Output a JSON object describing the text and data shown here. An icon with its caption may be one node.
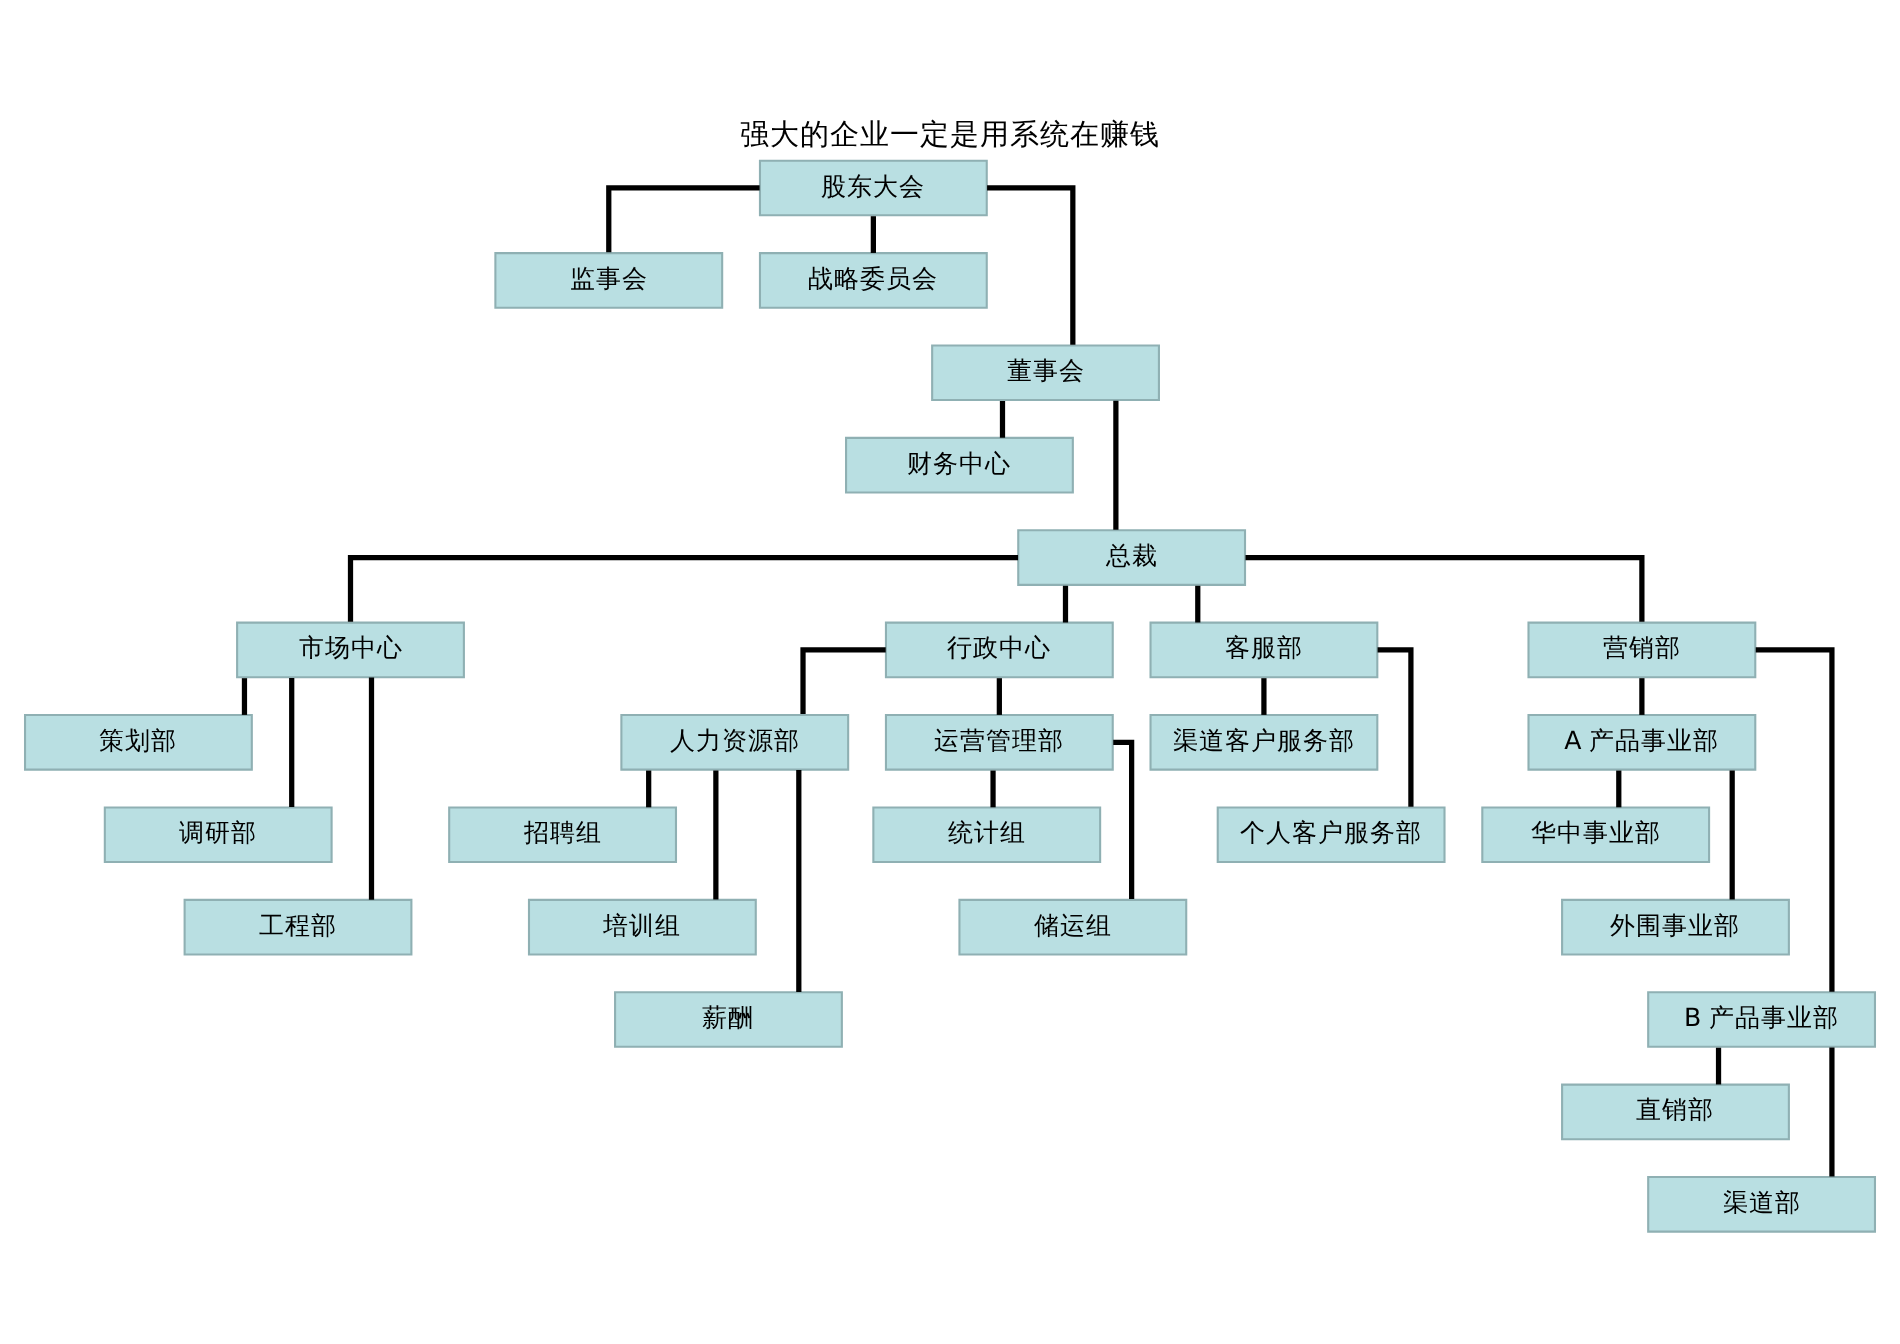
{
  "diagram": {
    "title": "强大的企业一定是用系统在赚钱",
    "nodes": [
      {
        "text": [
          "股东大会"
        ]
      },
      {
        "text": [
          "监事会"
        ]
      },
      {
        "text": [
          "战略委员会"
        ]
      },
      {
        "text": [
          "董事会"
        ]
      },
      {
        "text": [
          "财务中心"
        ]
      },
      {
        "text": [
          "总裁"
        ]
      },
      {
        "text": [
          "市场中心"
        ]
      },
      {
        "text": [
          "行政中心"
        ]
      },
      {
        "text": [
          "客服部"
        ]
      },
      {
        "text": [
          "营销部"
        ]
      },
      {
        "text": [
          "策划部"
        ]
      },
      {
        "text": [
          "调研部"
        ]
      },
      {
        "text": [
          "工程部"
        ]
      },
      {
        "text": [
          "人力资源部"
        ]
      },
      {
        "text": [
          "运营管理部"
        ]
      },
      {
        "text": [
          "招聘组"
        ]
      },
      {
        "text": [
          "培训组"
        ]
      },
      {
        "text": [
          "薪酬"
        ]
      },
      {
        "text": [
          "统计组"
        ]
      },
      {
        "text": [
          "储运组"
        ]
      },
      {
        "text": [
          "渠道客户服务部"
        ]
      },
      {
        "text": [
          "个人客户服务部"
        ]
      },
      {
        "text": [
          "A 产品事业部"
        ]
      },
      {
        "text": [
          "B 产品事业部"
        ]
      },
      {
        "text": [
          "华中事业部"
        ]
      },
      {
        "text": [
          "外围事业部"
        ]
      },
      {
        "text": [
          "直销部"
        ]
      },
      {
        "text": [
          "渠道部"
        ]
      }
    ],
    "edges": [
      {
        "from": 0,
        "to": 1,
        "arrow": "none"
      },
      {
        "from": 0,
        "to": 2,
        "arrow": "none"
      },
      {
        "from": 0,
        "to": 3,
        "arrow": "none"
      },
      {
        "from": 3,
        "to": 4,
        "arrow": "none"
      },
      {
        "from": 3,
        "to": 5,
        "arrow": "none"
      },
      {
        "from": 5,
        "to": 6,
        "arrow": "none"
      },
      {
        "from": 5,
        "to": 7,
        "arrow": "none"
      },
      {
        "from": 5,
        "to": 8,
        "arrow": "none"
      },
      {
        "from": 5,
        "to": 9,
        "arrow": "none"
      },
      {
        "from": 6,
        "to": 10,
        "arrow": "none"
      },
      {
        "from": 6,
        "to": 11,
        "arrow": "none"
      },
      {
        "from": 6,
        "to": 12,
        "arrow": "none"
      },
      {
        "from": 7,
        "to": 13,
        "arrow": "none"
      },
      {
        "from": 7,
        "to": 14,
        "arrow": "none"
      },
      {
        "from": 13,
        "to": 15,
        "arrow": "none"
      },
      {
        "from": 13,
        "to": 16,
        "arrow": "none"
      },
      {
        "from": 13,
        "to": 17,
        "arrow": "none"
      },
      {
        "from": 14,
        "to": 18,
        "arrow": "none"
      },
      {
        "from": 14,
        "to": 19,
        "arrow": "none"
      },
      {
        "from": 8,
        "to": 20,
        "arrow": "none"
      },
      {
        "from": 8,
        "to": 21,
        "arrow": "none"
      },
      {
        "from": 9,
        "to": 22,
        "arrow": "none"
      },
      {
        "from": 9,
        "to": 23,
        "arrow": "none"
      },
      {
        "from": 22,
        "to": 24,
        "arrow": "none"
      },
      {
        "from": 22,
        "to": 25,
        "arrow": "none"
      },
      {
        "from": 23,
        "to": 26,
        "arrow": "none"
      },
      {
        "from": 23,
        "to": 27,
        "arrow": "none"
      }
    ]
  }
}
